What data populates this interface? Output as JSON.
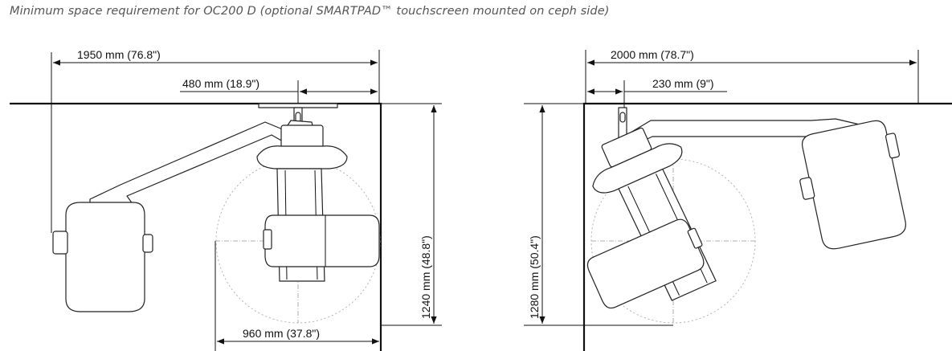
{
  "caption": "Minimum space requirement for OC200 D (optional SMARTPAD™ touchscreen mounted on ceph side)",
  "left_diagram": {
    "dim_width_total": "1950 mm (76.8\")",
    "dim_width_offset": "480 mm (18.9\")",
    "dim_height": "1240 mm (48.8\")",
    "dim_width_bottom": "960 mm (37.8\")"
  },
  "right_diagram": {
    "dim_width_total": "2000 mm (78.7\")",
    "dim_width_offset": "230 mm (9\")",
    "dim_height": "1280 mm (50.4\")"
  }
}
